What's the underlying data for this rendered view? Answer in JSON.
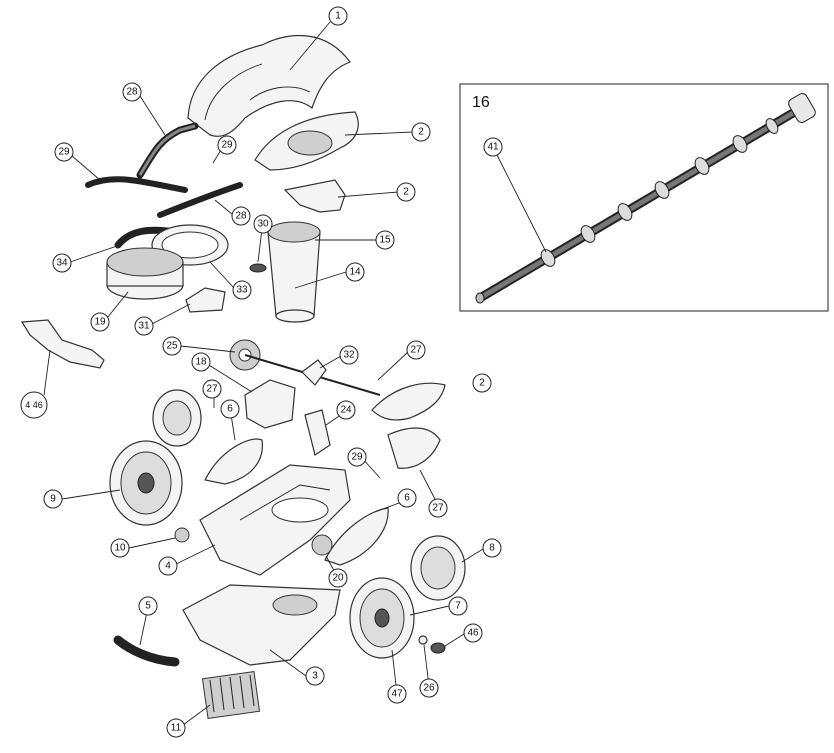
{
  "inset": {
    "label": "16"
  },
  "callouts": {
    "c1": "1",
    "c2a": "2",
    "c2b": "2",
    "c2c": "2",
    "c28a": "28",
    "c28b": "28",
    "c29a": "29",
    "c29b": "29",
    "c29c": "29",
    "c30": "30",
    "c15": "15",
    "c14": "14",
    "c34": "34",
    "c33": "33",
    "c19": "19",
    "c31": "31",
    "c446": "4 46",
    "c25": "25",
    "c18": "18",
    "c32": "32",
    "c27a": "27",
    "c27b": "27",
    "c27c": "27",
    "c6a": "6",
    "c6b": "6",
    "c24": "24",
    "c9": "9",
    "c10": "10",
    "c4": "4",
    "c20": "20",
    "c8": "8",
    "c7": "7",
    "c5": "5",
    "c3": "3",
    "c46": "46",
    "c26": "26",
    "c47": "47",
    "c11": "11",
    "c41": "41"
  }
}
